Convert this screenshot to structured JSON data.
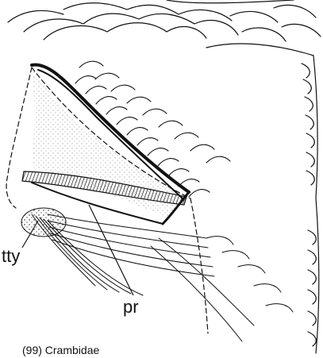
{
  "figure": {
    "caption": "(99) Crambidae",
    "labels": {
      "tty": "tty",
      "pr": "pr"
    },
    "ink_color": "#111111",
    "background": "#ffffff"
  }
}
